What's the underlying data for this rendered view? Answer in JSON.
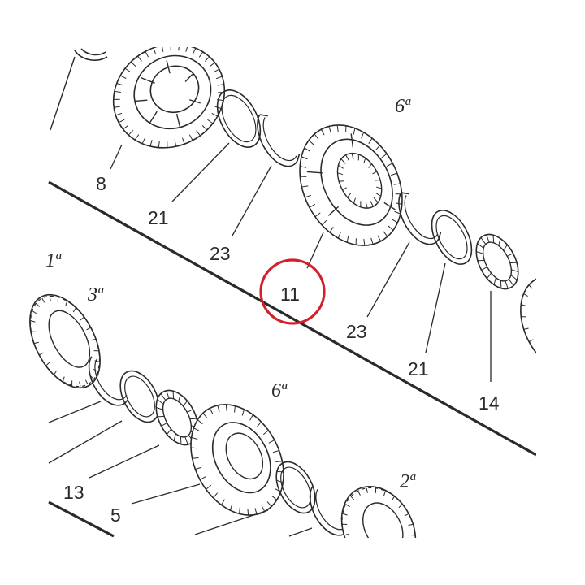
{
  "diagram": {
    "part_numbers": {
      "p8": "8",
      "p21_top": "21",
      "p23_top": "23",
      "p11": "11",
      "p23_mid": "23",
      "p21_mid": "21",
      "p14": "14",
      "p13": "13",
      "p5": "5"
    },
    "gear_labels": {
      "g6_top": "6ª",
      "g3": "3ª",
      "g1_partial": "1ª",
      "g6_bottom": "6ª",
      "g2": "2ª"
    },
    "highlight": {
      "target_part": "11",
      "color": "#d0202a"
    },
    "colors": {
      "ink": "#2a2a2a",
      "background": "#ffffff"
    }
  }
}
